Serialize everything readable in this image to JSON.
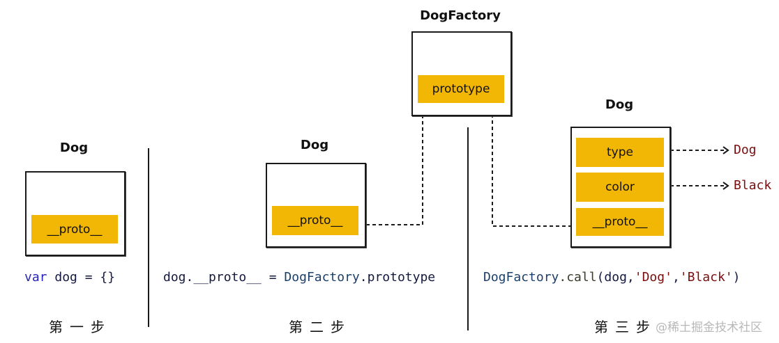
{
  "steps": [
    {
      "object_title": "Dog",
      "fields": [
        "__proto__"
      ],
      "code": {
        "keyword": "var",
        "rest": " dog = {}"
      },
      "step_label": "第一步"
    },
    {
      "object_title": "Dog",
      "fields": [
        "__proto__"
      ],
      "code": {
        "lhs": "dog.__proto__ = ",
        "cls": "DogFactory",
        "rhs": ".prototype"
      },
      "step_label": "第二步"
    },
    {
      "object_title": "Dog",
      "fields": [
        "type",
        "color",
        "__proto__"
      ],
      "values": [
        "Dog",
        "Black"
      ],
      "code": {
        "cls": "DogFactory",
        "fn": ".call",
        "args_open": "(dog,",
        "arg1": "'Dog'",
        "comma": ",",
        "arg2": "'Black'",
        "close": ")"
      },
      "step_label": "第三步"
    }
  ],
  "factory": {
    "title": "DogFactory",
    "field": "prototype"
  },
  "watermark": "@稀土掘金技术社区",
  "colors": {
    "field_fill": "#f2b705",
    "keyword": "#2626b8",
    "string": "#7a0d0d",
    "text": "#14193f"
  }
}
